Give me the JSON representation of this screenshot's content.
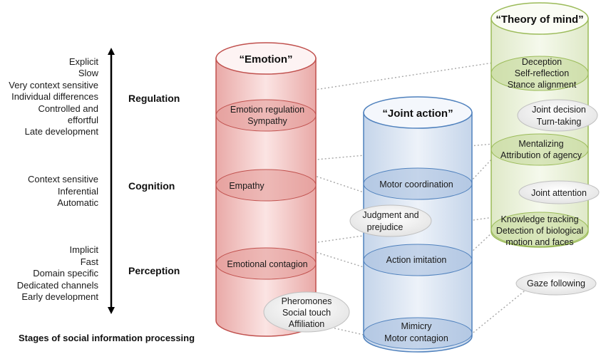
{
  "axis": {
    "top_labels": [
      "Explicit",
      "Slow",
      "Very context sensitive",
      "Individual differences",
      "Controlled and",
      "effortful",
      "Late development"
    ],
    "middle_labels": [
      "Context sensitive",
      "Inferential",
      "Automatic"
    ],
    "bottom_labels": [
      "Implicit",
      "Fast",
      "Domain specific",
      "Dedicated channels",
      "Early development"
    ]
  },
  "stages": {
    "regulation": "Regulation",
    "cognition": "Cognition",
    "perception": "Perception"
  },
  "footer": "Stages of social information processing",
  "cylinders": {
    "emotion": {
      "title": "“Emotion”",
      "regulation": [
        "Emotion regulation",
        "Sympathy"
      ],
      "cognition": "Empathy",
      "perception": "Emotional contagion",
      "color": "#c0504d"
    },
    "joint_action": {
      "title": "“Joint action”",
      "cognition": "Motor coordination",
      "perception": "Action imitation",
      "base": [
        "Mimicry",
        "Motor contagion"
      ],
      "color": "#4f81bd"
    },
    "theory_of_mind": {
      "title": "“Theory of mind”",
      "regulation": [
        "Deception",
        "Self-reflection",
        "Stance alignment"
      ],
      "cognition": [
        "Mentalizing",
        "Attribution of agency"
      ],
      "perception": [
        "Knowledge tracking",
        "Detection of biological",
        "motion and faces"
      ],
      "color": "#9bbb59"
    }
  },
  "bubbles": {
    "joint_decision": [
      "Joint decision",
      "Turn-taking"
    ],
    "joint_attention": "Joint attention",
    "judgment": [
      "Judgment and",
      "prejudice"
    ],
    "gaze": "Gaze following",
    "pheromones": [
      "Pheromones",
      "Social touch",
      "Affiliation"
    ]
  }
}
